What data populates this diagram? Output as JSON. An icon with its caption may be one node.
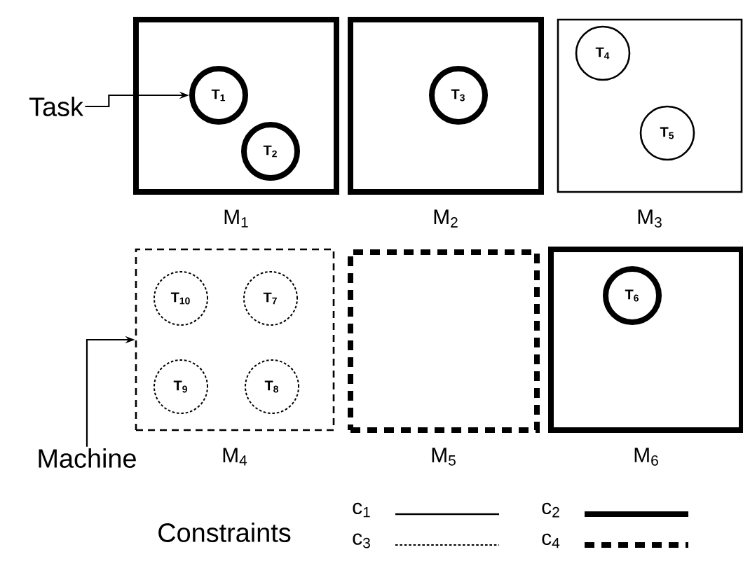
{
  "diagram": {
    "nodes": [
      {
        "text": [
          "M$_{1}$"
        ]
      },
      {
        "text": [
          "T$_{1}$"
        ],
        "in": 0
      },
      {
        "text": [
          "T$_{2}$"
        ],
        "in": 0
      },
      {
        "text": [
          "M$_{2}$"
        ]
      },
      {
        "text": [
          "T$_{3}$"
        ],
        "in": 3
      },
      {
        "text": [
          "M$_{3}$"
        ]
      },
      {
        "text": [
          "T$_{4}$"
        ],
        "in": 5
      },
      {
        "text": [
          "T$_{5}$"
        ],
        "in": 5
      },
      {
        "text": [
          "M$_{4}$"
        ]
      },
      {
        "text": [
          "T$_{10}$"
        ],
        "in": 8
      },
      {
        "text": [
          "T$_{7}$"
        ],
        "in": 8
      },
      {
        "text": [
          "T$_{9}$"
        ],
        "in": 8
      },
      {
        "text": [
          "T$_{8}$"
        ],
        "in": 8
      },
      {
        "text": [
          "M$_{5}$"
        ]
      },
      {
        "text": [
          "M$_{6}$"
        ]
      },
      {
        "text": [
          "T$_{6}$"
        ],
        "in": 14
      },
      {
        "text": [
          "Task"
        ]
      },
      {
        "text": [
          "Machine"
        ]
      }
    ],
    "edges": [
      {
        "from": 16,
        "to": 1,
        "arrow": "to"
      },
      {
        "from": 17,
        "to": 8,
        "arrow": "to"
      }
    ],
    "labels": [
      "Constraints"
    ],
    "legend": [
      {
        "text": "c$_{1}$"
      },
      {
        "text": "c$_{2}$"
      },
      {
        "text": "c$_{3}$"
      },
      {
        "text": "c$_{4}$"
      }
    ]
  }
}
